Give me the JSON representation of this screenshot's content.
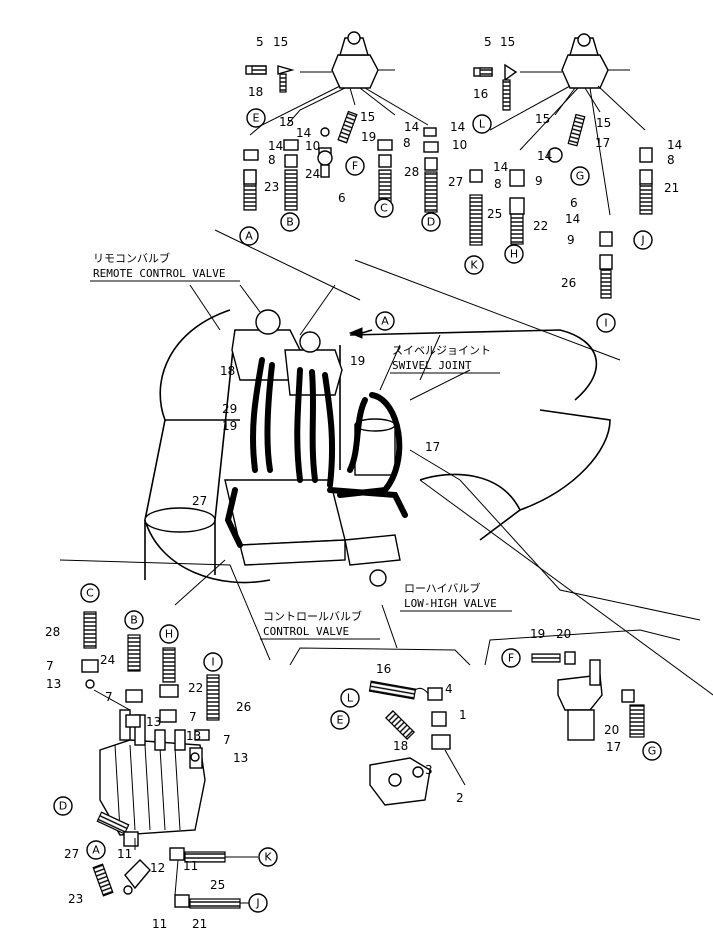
{
  "labels": {
    "remote_jp": "リモコンバルブ",
    "remote_en": "REMOTE CONTROL VALVE",
    "swivel_jp": "スイベルジョイント",
    "swivel_en": "SWIVEL JOINT",
    "lowhigh_jp": "ローハイバルブ",
    "lowhigh_en": "LOW-HIGH VALVE",
    "control_jp": "コントロールバルブ",
    "control_en": "CONTROL VALVE"
  },
  "callouts": {
    "A1": "A",
    "B1": "B",
    "C1": "C",
    "D1": "D",
    "E1": "E",
    "F1": "F",
    "K1": "K",
    "H1": "H",
    "G1": "G",
    "J1": "J",
    "I1": "I",
    "L1": "L",
    "A2": "A",
    "C2": "C",
    "B2": "B",
    "H2": "H",
    "I2": "I",
    "D2": "D",
    "A3": "A",
    "K2": "K",
    "J2": "J",
    "L2": "L",
    "E2": "E",
    "F2": "F",
    "G2": "G"
  },
  "part_numbers": {
    "n5a": "5",
    "n15a": "15",
    "n18a": "18",
    "n15b": "15",
    "n14a": "14",
    "n15c": "15",
    "n14b": "14",
    "n14c": "14",
    "n8a": "8",
    "n10a": "10",
    "n19a": "19",
    "n8b": "8",
    "n10b": "10",
    "n23": "23",
    "n24": "24",
    "n6a": "6",
    "n28a": "28",
    "n27a": "27",
    "n5b": "5",
    "n15d": "15",
    "n16a": "16",
    "n15e": "15",
    "n15f": "15",
    "n14d": "14",
    "n17a": "17",
    "n14e": "14",
    "n8c": "8",
    "n14f": "14",
    "n8d": "8",
    "n9a": "9",
    "n6b": "6",
    "n21a": "21",
    "n25a": "25",
    "n22a": "22",
    "n14g": "14",
    "n9b": "9",
    "n26a": "26",
    "n18b": "18",
    "n19b": "19",
    "n29": "29",
    "n19c": "19",
    "n17b": "17",
    "n27b": "27",
    "n28b": "28",
    "n7a": "7",
    "n13a": "13",
    "n24b": "24",
    "n7b": "7",
    "n22b": "22",
    "n26b": "26",
    "n13b": "13",
    "n7c": "7",
    "n13c": "13",
    "n7d": "7",
    "n13d": "13",
    "n27c": "27",
    "n11a": "11",
    "n12": "12",
    "n11b": "11",
    "n25b": "25",
    "n23b": "23",
    "n11c": "11",
    "n21b": "21",
    "n16b": "16",
    "n4": "4",
    "n1": "1",
    "n18c": "18",
    "n3": "3",
    "n2": "2",
    "n19d": "19",
    "n20a": "20",
    "n20b": "20",
    "n17c": "17"
  }
}
